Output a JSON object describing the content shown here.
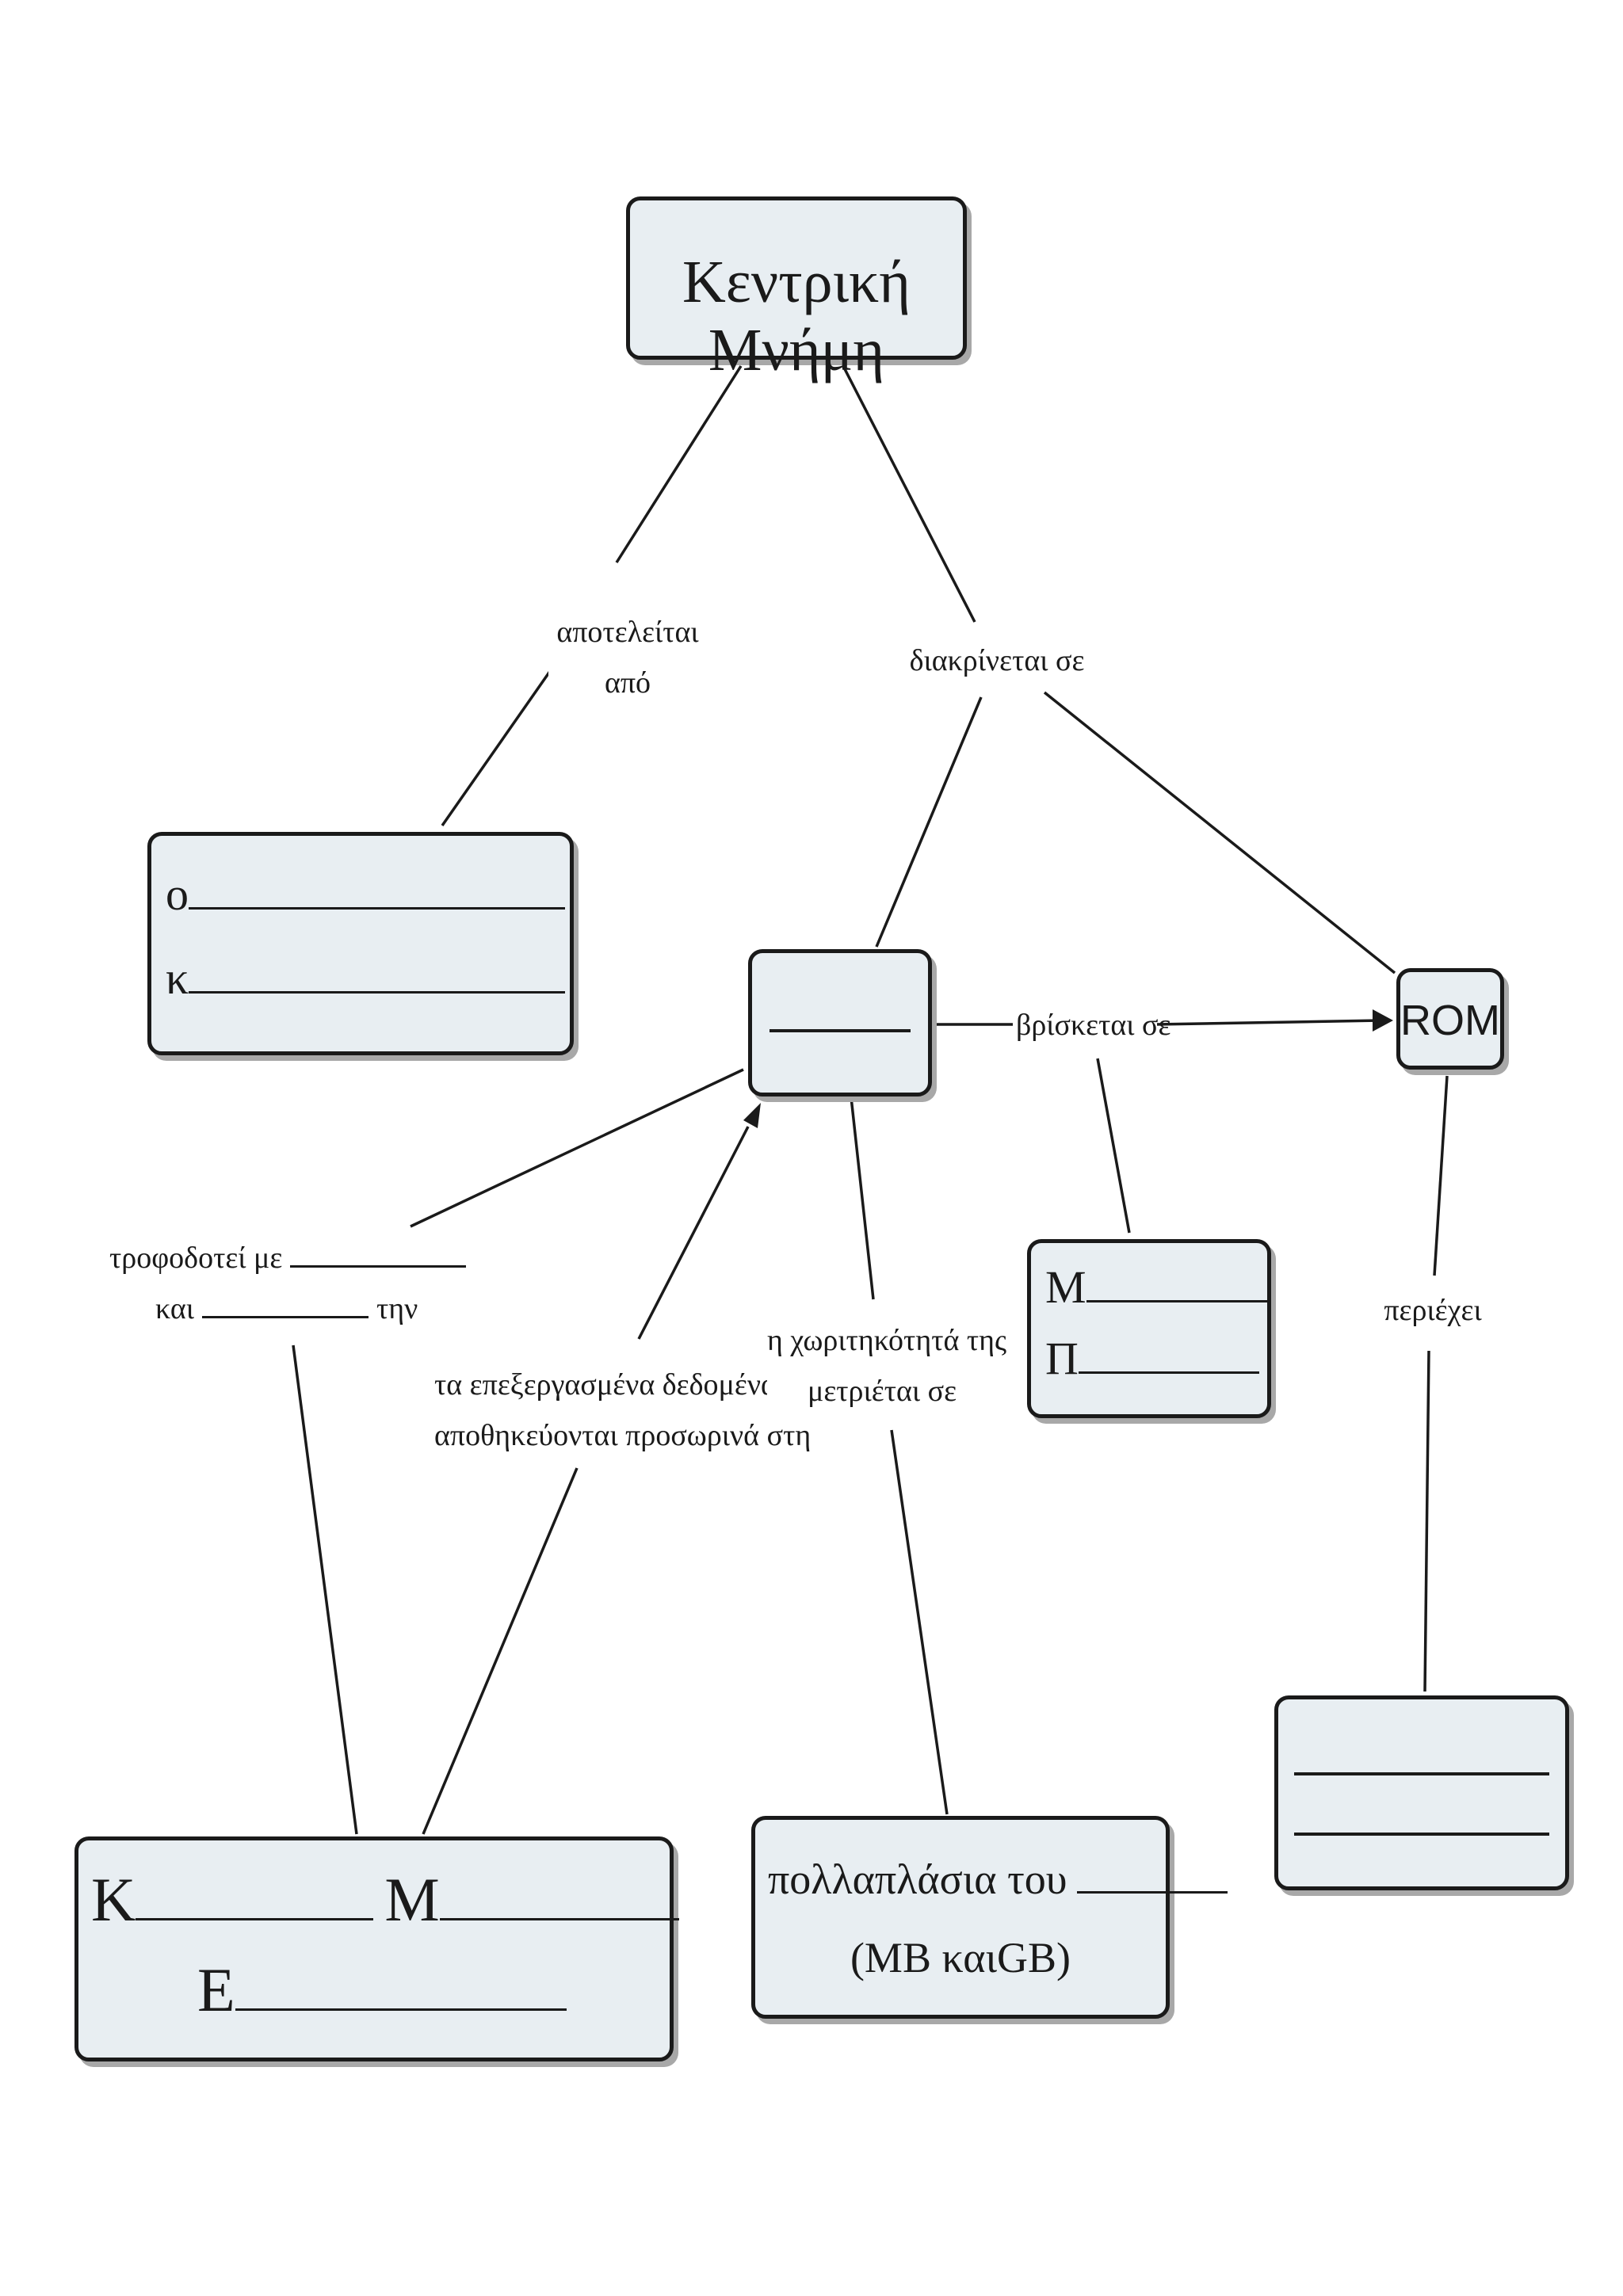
{
  "main": {
    "title": "Κεντρική Μνήμη",
    "rom": "ROM",
    "center": {
      "blank": ""
    },
    "components": {
      "row1_prefix": "ο",
      "row2_prefix": "κ"
    },
    "ram_location": {
      "row1_prefix": "Μ",
      "row2_prefix": "Π"
    },
    "cpu_parts": {
      "k_prefix": "Κ",
      "m_prefix": "Μ",
      "e_prefix": "Ε"
    },
    "capacity": {
      "line1": "πολλαπλάσια του",
      "line2": "(MB καιGB)"
    },
    "rom_contents": {
      "blank1": "",
      "blank2": ""
    }
  },
  "links": {
    "consists_of": {
      "line1": "αποτελείται",
      "line2": "από"
    },
    "divided_into": "διακρίνεται σε",
    "located_in": "βρίσκεται σε",
    "feeds": {
      "line1": "τροφοδοτεί με",
      "line2_a": "και",
      "line2_b": "την"
    },
    "stored_temp": {
      "line1": "τα επεξεργασμένα δεδομένα",
      "line2": "αποθηκεύονται προσωρινά στη"
    },
    "capacity_measured": {
      "line1": "η χωριτηκότητά της",
      "line2": "μετριέται σε"
    },
    "contains": "περιέχει"
  },
  "colors": {
    "node_fill": "#e8eef2",
    "stroke": "#1a1a1a",
    "shadow": "#a8a8a8"
  }
}
